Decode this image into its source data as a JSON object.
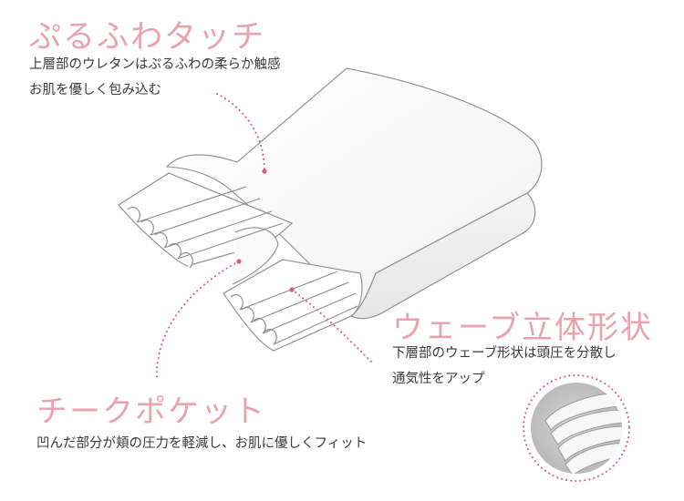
{
  "colors": {
    "accent": "#e8a3ae",
    "dot": "#e05a78",
    "text": "#3a3a3a"
  },
  "sections": [
    {
      "title": "ぷるふわタッチ",
      "lines": [
        "上層部のウレタンはぷるふわの柔らか触感",
        "お肌を優しく包み込む"
      ]
    },
    {
      "title": "ウェーブ立体形状",
      "lines": [
        "下層部のウェーブ形状は頭圧を分散し",
        "通気性をアップ"
      ]
    },
    {
      "title": "チークポケット",
      "lines": [
        "凹んだ部分が頬の圧力を軽減し、お肌に優しくフィット"
      ]
    }
  ]
}
